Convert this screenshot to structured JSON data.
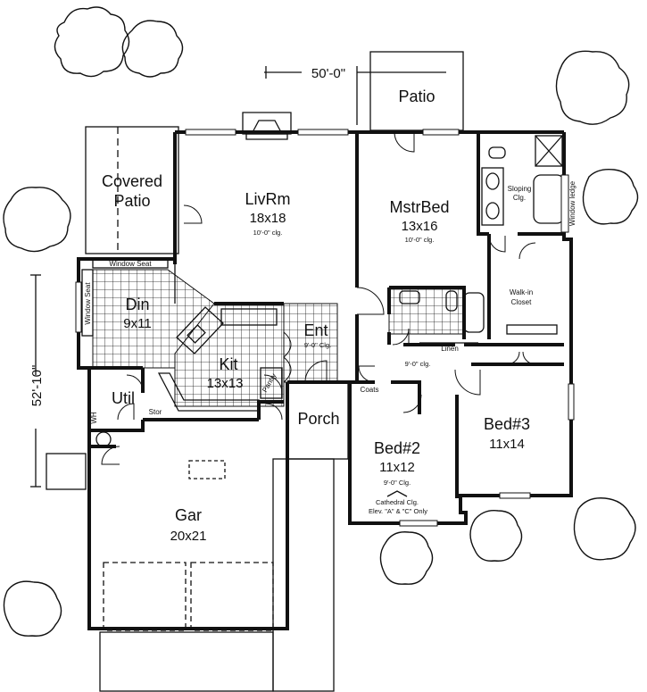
{
  "dimensions": {
    "width": "50'-0\"",
    "depth": "52'-10\""
  },
  "rooms": {
    "covered_patio": {
      "line1": "Covered",
      "line2": "Patio"
    },
    "patio": {
      "name": "Patio"
    },
    "livrm": {
      "name": "LivRm",
      "size": "18x18",
      "ceiling": "10'-0\" clg."
    },
    "mstrbed": {
      "name": "MstrBed",
      "size": "13x16",
      "ceiling": "10'-0\" clg."
    },
    "din": {
      "name": "Din",
      "size": "9x11"
    },
    "kit": {
      "name": "Kit",
      "size": "13x13"
    },
    "ent": {
      "name": "Ent",
      "ceiling": "9'-0\" Clg."
    },
    "util": {
      "name": "Util"
    },
    "stor": {
      "name": "Stor"
    },
    "pantry": {
      "name": "Pantry"
    },
    "porch": {
      "name": "Porch"
    },
    "gar": {
      "name": "Gar",
      "size": "20x21"
    },
    "bed2": {
      "name": "Bed#2",
      "size": "11x12",
      "ceiling": "9'-0\" Clg.",
      "note1": "Cathedral Clg.",
      "note2": "Elev. \"A\" & \"C\" Only"
    },
    "bed3": {
      "name": "Bed#3",
      "size": "11x14"
    },
    "walkin": {
      "line1": "Walk-in",
      "line2": "Closet"
    },
    "sloping": {
      "line1": "Sloping",
      "line2": "Clg."
    },
    "linen": {
      "name": "Linen"
    },
    "coats": {
      "name": "Coats"
    },
    "hall": {
      "ceiling": "9'-0\" clg."
    }
  },
  "labels": {
    "window_seat_top": "Window Seat",
    "window_seat_side": "Window Seat",
    "window_ledge": "Window ledge",
    "wh": "WH"
  }
}
